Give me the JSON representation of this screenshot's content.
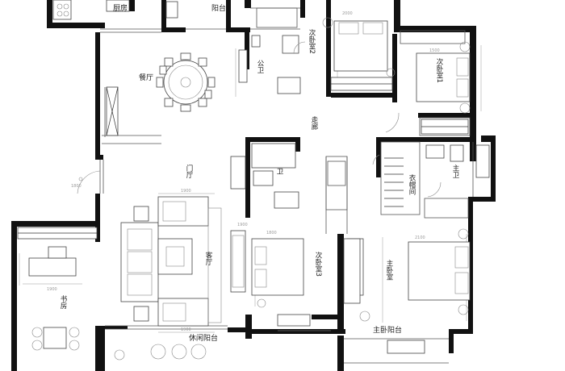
{
  "rooms": {
    "kitchen": "厨房",
    "balcony_top": "阳台",
    "dining": "餐厅",
    "secondary_bedroom_2": "次卧室2",
    "secondary_bedroom_1": "次卧室1",
    "public_bath": "公卫",
    "corridor": "走廊",
    "entrance": "门厅",
    "living_room": "客厅",
    "bath_small": "卫",
    "secondary_bedroom_3": "次卧室3",
    "cloakroom": "衣帽间",
    "master_bath": "主卫",
    "master_bedroom": "主卧室",
    "study": "书房",
    "leisure_balcony": "休闲阳台",
    "master_balcony": "主卧阳台"
  },
  "dimensions": [
    "1800",
    "1900",
    "1900",
    "1900",
    "2000",
    "1500",
    "1800",
    "2100",
    "1900"
  ]
}
